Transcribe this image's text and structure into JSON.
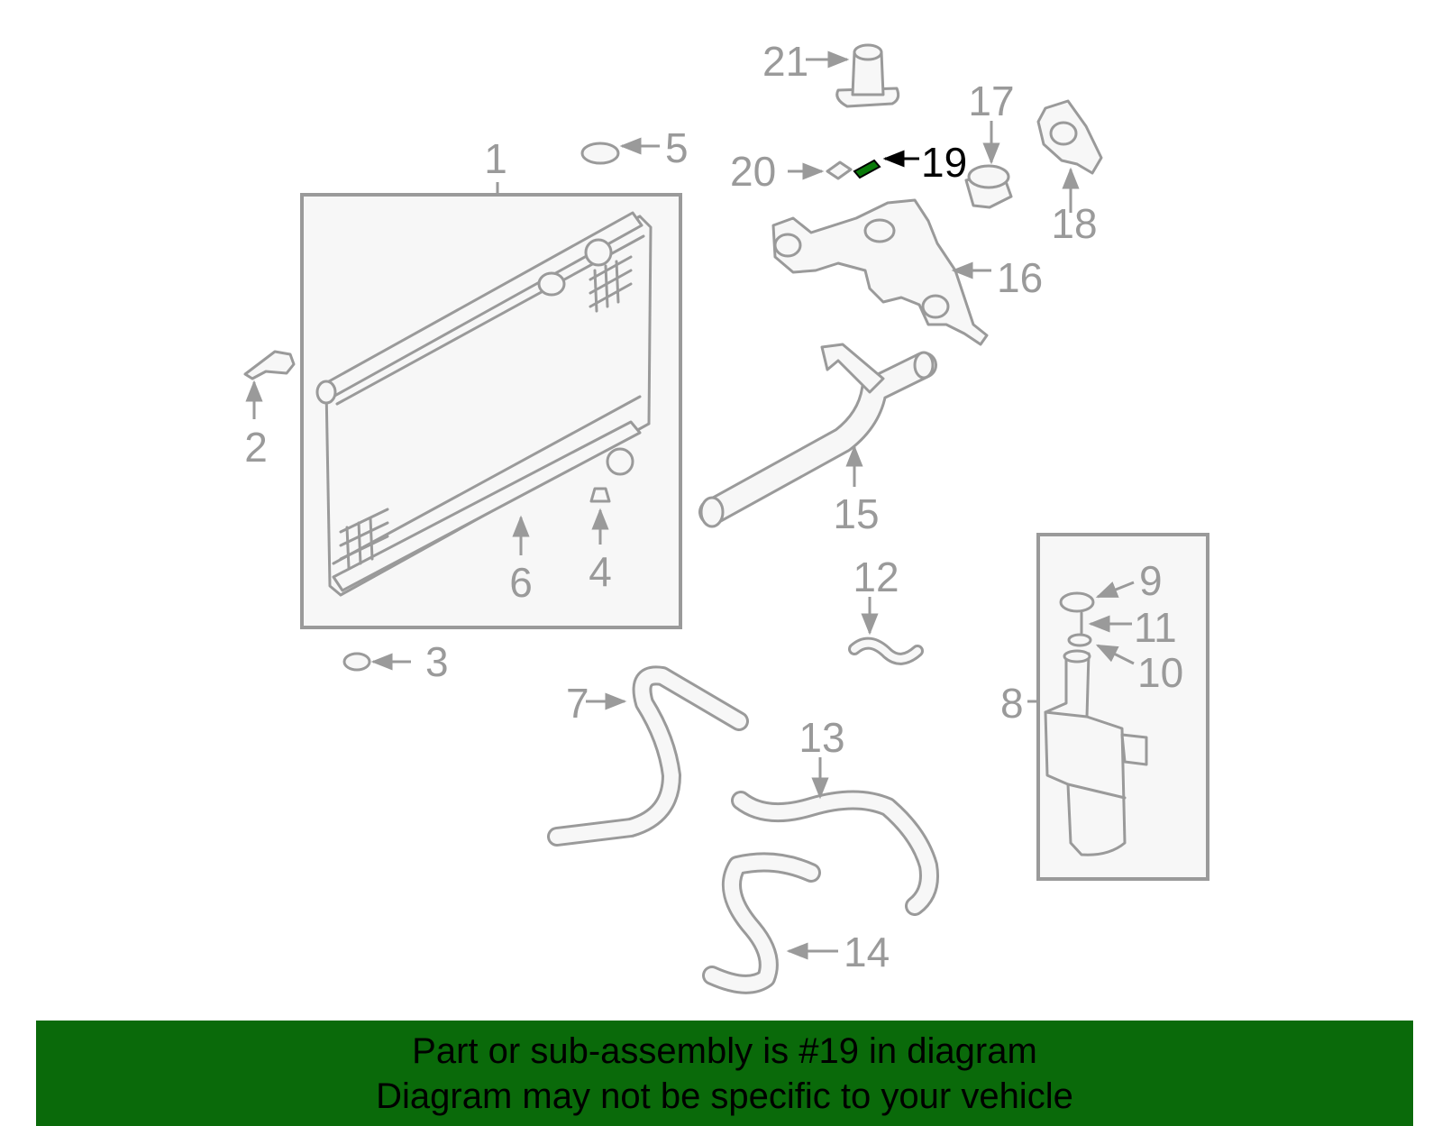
{
  "labels": {
    "p1": "1",
    "p2": "2",
    "p3": "3",
    "p4": "4",
    "p5": "5",
    "p6": "6",
    "p7": "7",
    "p8": "8",
    "p9": "9",
    "p10": "10",
    "p11": "11",
    "p12": "12",
    "p13": "13",
    "p14": "14",
    "p15": "15",
    "p16": "16",
    "p17": "17",
    "p18": "18",
    "p19": "19",
    "p20": "20",
    "p21": "21"
  },
  "highlighted_part": "19",
  "colors": {
    "part_line": "#9a9a9a",
    "highlight": "#0a7a0a",
    "banner": "#0a6a0a"
  },
  "banner": {
    "line1": "Part or sub-assembly is #19 in diagram",
    "line2": "Diagram may not be specific to your vehicle"
  }
}
